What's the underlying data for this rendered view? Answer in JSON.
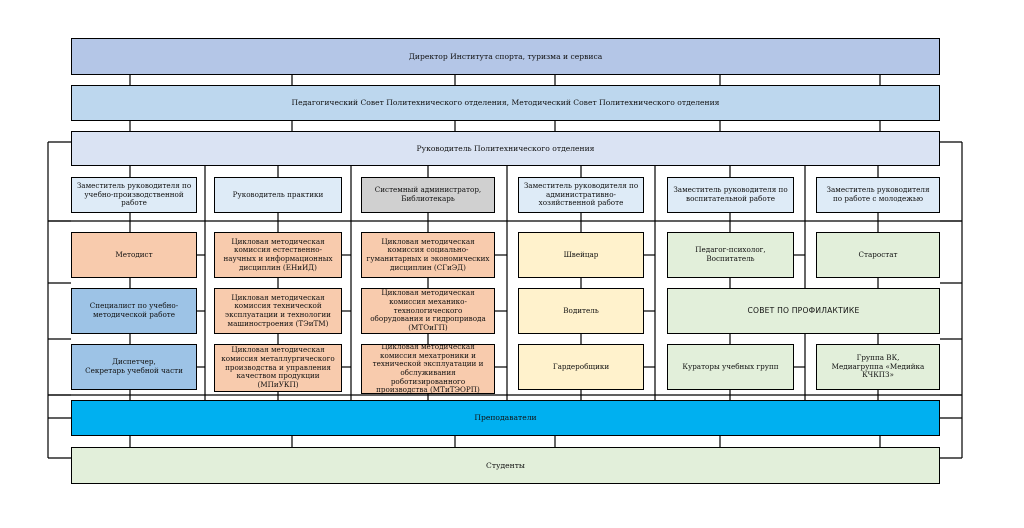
{
  "diagram": {
    "director": "Директор Института спорта, туризма и сервиса",
    "council": "Педагогический Совет Политехнического отделения, Методический Совет Политехнического отделения",
    "head": "Руководитель Политехнического отделения",
    "col1": {
      "header": "Заместитель руководителя по учебно-производственной работе",
      "items": [
        "Методист",
        "Специалист по учебно-методической работе",
        "Диспетчер,\nСекретарь учебной части"
      ]
    },
    "col2": {
      "header": "Руководитель практики",
      "items": [
        "Цикловая методическая комиссия естественно-научных и информационных дисциплин (ЕНиИД)",
        "Цикловая методическая комиссия технической эксплуатации и технологии машиностроения (ТЭиТМ)",
        "Цикловая методическая комиссия металлургического производства и управления качеством продукции (МПиУКП)"
      ]
    },
    "col3": {
      "header": "Системный администратор, Библиотекарь",
      "items": [
        "Цикловая методическая комиссия социально-гуманитарных и экономических дисциплин (СГиЭД)",
        "Цикловая методическая комиссия механико-технологического оборудования и гидропривода (МТОиГП)",
        "Цикловая методическая комиссия мехатроники и технической эксплуатации и обслуживания роботизированного производства (МТиТЭОРП)"
      ]
    },
    "col4": {
      "header": "Заместитель руководителя по административно-хозяйственной работе",
      "items": [
        "Швейцар",
        "Водитель",
        "Гардеробщики"
      ]
    },
    "col5": {
      "header": "Заместитель руководителя по воспитательной работе",
      "items": [
        "Педагог-психолог,\nВоспитатель",
        "Кураторы учебных групп"
      ]
    },
    "col6": {
      "header": "Заместитель руководителя по работе с молодежью",
      "items": [
        "Старостат",
        "Группа ВК,\nМедиагруппа «Медийка КЧКПЗ»"
      ]
    },
    "prevention_council": "СОВЕТ ПО ПРОФИЛАКТИКЕ",
    "teachers": "Преподаватели",
    "students": "Студенты"
  },
  "colors": {
    "director": "#b4c6e7",
    "council": "#bdd7ee",
    "head": "#dae3f3",
    "header_blue": "#deebf7",
    "header_gray": "#d0d0d0",
    "orange": "#f8cbad",
    "blue_mid": "#9dc3e6",
    "yellow": "#fff2cc",
    "green": "#e2efda",
    "teachers": "#00b0f0",
    "students": "#e2efda",
    "line": "#000000"
  }
}
